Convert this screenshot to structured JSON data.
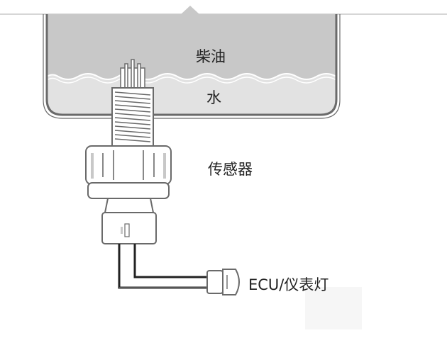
{
  "labels": {
    "diesel": "柴油",
    "water": "水",
    "sensor": "传感器",
    "ecu": "ECU/仪表灯"
  },
  "colors": {
    "diesel": "#c8c8c8",
    "water": "#e2e2e2",
    "outline": "#6a6a6a",
    "sensor_body": "#ffffff",
    "wire": "#222222"
  }
}
